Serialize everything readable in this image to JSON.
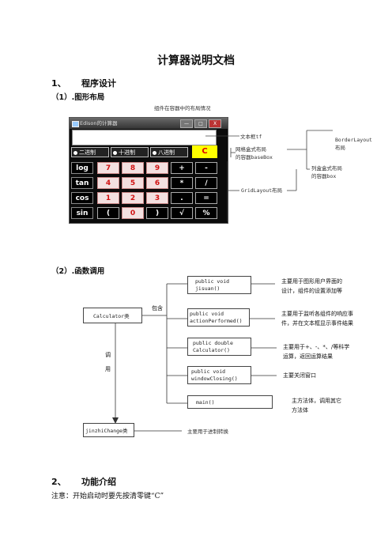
{
  "doc_title": "计算器说明文档",
  "section1": {
    "num": "1、",
    "label": "程序设计"
  },
  "sub1": "（1）.图形布局",
  "layout": {
    "caption": "组件在容器中的布局情况",
    "window_title": "Edison的计算器",
    "window_buttons": [
      "—",
      "□",
      "X"
    ],
    "radios": [
      "二进制",
      "十进制",
      "八进制"
    ],
    "clear_key": "C",
    "keys": [
      [
        "log",
        "7",
        "8",
        "9",
        "+",
        "-"
      ],
      [
        "tan",
        "4",
        "5",
        "6",
        "*",
        "/"
      ],
      [
        "cos",
        "1",
        "2",
        "3",
        ".",
        "="
      ],
      [
        "sin",
        "(",
        "0",
        ")",
        "√",
        "%"
      ]
    ],
    "ann_tf": "文本框tf",
    "ann_base": [
      "网格盒式布局",
      "的容器baseBox"
    ],
    "ann_border": [
      "BorderLayout",
      "布局"
    ],
    "ann_box": [
      "列盒盒式布局",
      "的容器box"
    ],
    "ann_grid": "GridLayout布局"
  },
  "sub2": "（2）.函数调用",
  "calls": {
    "calculator_class": "Calculator类",
    "contains": "包含",
    "call": [
      "调",
      "用"
    ],
    "change_class": "jinzhiChange类",
    "change_desc": "主要用于进制转换",
    "methods": [
      {
        "sig": [
          "public void",
          "jisuan()"
        ],
        "desc": [
          "主要用于图形用户界面的",
          "设计，组件的设置添加等"
        ]
      },
      {
        "sig": [
          "public void",
          "actionPerformed()"
        ],
        "desc": [
          "主要用于监听各组件的响应事",
          "件，并在文本框显示事件结果"
        ]
      },
      {
        "sig": [
          "public double",
          "Calculator()"
        ],
        "desc": [
          "主要用于+、-、*、/等科学",
          "运算，返回运算结果"
        ]
      },
      {
        "sig": [
          "public void",
          "windowClosing()"
        ],
        "desc": [
          "主要关闭窗口"
        ]
      },
      {
        "sig": [
          "main()"
        ],
        "desc": [
          "主方法体，调用其它",
          "方法体"
        ]
      }
    ]
  },
  "section2": {
    "num": "2、",
    "label": "功能介绍"
  },
  "note": "注意：开始启动时要先按清零键“C”"
}
